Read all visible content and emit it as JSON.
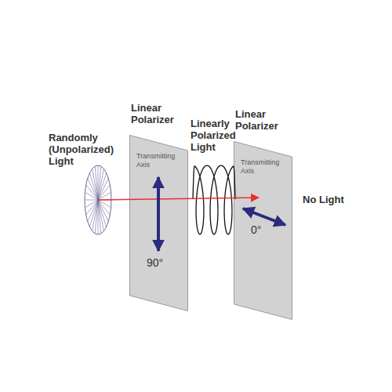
{
  "diagram": {
    "nodes": [
      {
        "text": [
          "Linear Polarizer",
          "Transmitting Axis",
          "90°"
        ]
      },
      {
        "text": [
          "Linear Polarizer",
          "Transmitting Axis",
          "0°"
        ]
      }
    ],
    "labels": [
      "Randomly (Unpolarized) Light",
      "Linearly Polarized Light",
      "No Light"
    ]
  }
}
